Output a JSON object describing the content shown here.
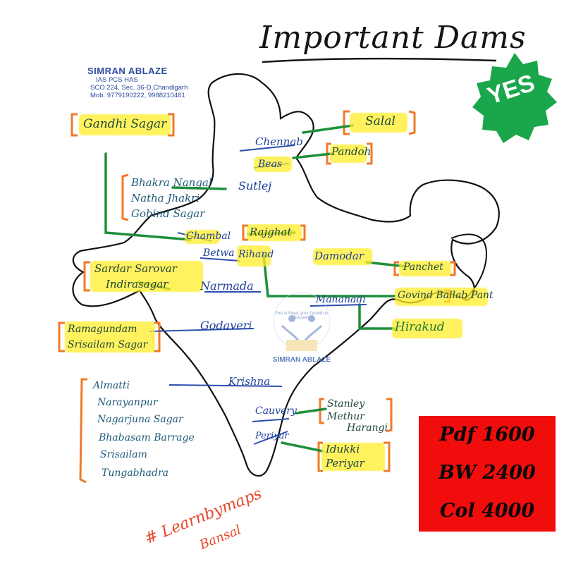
{
  "title": "Important Dams",
  "institute": {
    "name": "SIMRAN ABLAZE",
    "services": "IAS PCS HAS",
    "address": "SCO 224, Sec. 36-D,Chandigarh",
    "mobile": "Mob. 9779190222, 9988210461"
  },
  "badge": {
    "label": "YES",
    "color": "#1aa64a"
  },
  "rivers": {
    "chenab": "Chennab",
    "beas": "Beas",
    "sutlej": "Sutlej",
    "chambal": "Chambal",
    "betwa": "Betwa",
    "rihand": "Rihand",
    "damodar": "Damodar",
    "narmada": "Narmada",
    "mahanadi": "Mahanadi",
    "godavari": "Godaveri",
    "krishna": "Krishna",
    "cauvery": "Cauvery",
    "periyar": "Periyar"
  },
  "dams": {
    "gandhi_sagar": "Gandhi Sagar",
    "salal": "Salal",
    "pandoh": "Pandoh",
    "sutlej_dams": [
      "Bhakra Nangal",
      "Natha Jhakri",
      "Gobind Sagar"
    ],
    "rajghat": "Rajghat",
    "narmada_dams": [
      "Sardar Sarovar",
      "Indirasagar"
    ],
    "panchet": "Panchet",
    "govind_ballabh_pant": "Govind Ballab Pant",
    "hirakud": "Hirakud",
    "godavari_dams": [
      "Ramagundam",
      "Srisailam Sagar"
    ],
    "krishna_dams": [
      "Almatti",
      "Narayanpur",
      "Nagarjuna Sagar",
      "Bhabasam Barrage",
      "Srisailam",
      "Tungabhadra"
    ],
    "cauvery_dams": [
      "Stanley",
      "Methur",
      "Harangi"
    ],
    "periyar_dams": [
      "Idukki",
      "Periyar"
    ]
  },
  "logo": {
    "name": "SIMRAN ABLAZE",
    "tagline": "Fire to Feed, your Growth to Succeed"
  },
  "prices": [
    "Pdf 1600",
    "BW 2400",
    "Col 4000"
  ],
  "hashtag": "# Learnbymaps",
  "signature": "Bansal",
  "colors": {
    "highlight": "#ffee28",
    "bracket": "#f07a2a",
    "connector": "#1e8f3a",
    "river_text": "#1e3f9a",
    "price_bg": "#f20d0d",
    "hashtag": "#e8452a"
  }
}
